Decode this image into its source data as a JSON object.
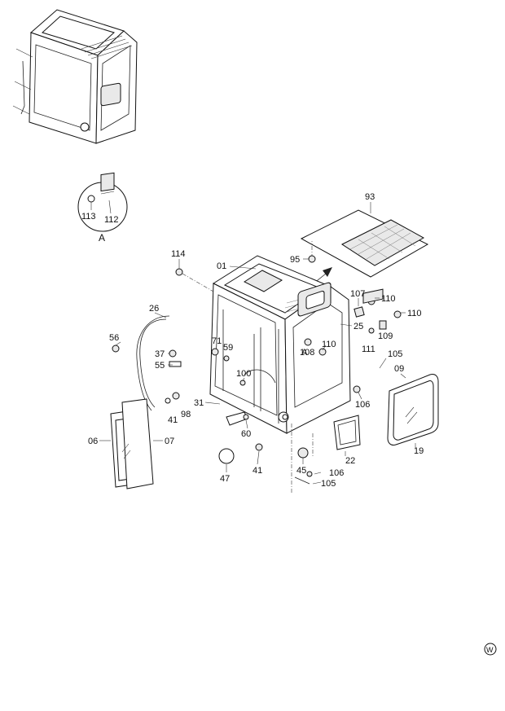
{
  "diagram": {
    "detail_label": "A",
    "watermark_symbol": "W",
    "callouts": [
      {
        "id": "c93",
        "text": "93"
      },
      {
        "id": "c95",
        "text": "95"
      },
      {
        "id": "c114",
        "text": "114"
      },
      {
        "id": "c01",
        "text": "01"
      },
      {
        "id": "c107",
        "text": "107"
      },
      {
        "id": "c110a",
        "text": "110"
      },
      {
        "id": "c110b",
        "text": "110"
      },
      {
        "id": "c110c",
        "text": "110"
      },
      {
        "id": "c26",
        "text": "26"
      },
      {
        "id": "c25",
        "text": "25"
      },
      {
        "id": "c109",
        "text": "109"
      },
      {
        "id": "c56",
        "text": "56"
      },
      {
        "id": "c71",
        "text": "71"
      },
      {
        "id": "c59",
        "text": "59"
      },
      {
        "id": "c37",
        "text": "37"
      },
      {
        "id": "c55",
        "text": "55"
      },
      {
        "id": "c108",
        "text": "108"
      },
      {
        "id": "c111",
        "text": "111"
      },
      {
        "id": "c105a",
        "text": "105"
      },
      {
        "id": "c09",
        "text": "09"
      },
      {
        "id": "c100",
        "text": "100"
      },
      {
        "id": "c31",
        "text": "31"
      },
      {
        "id": "c98",
        "text": "98"
      },
      {
        "id": "c41a",
        "text": "41"
      },
      {
        "id": "c106a",
        "text": "106"
      },
      {
        "id": "c06",
        "text": "06"
      },
      {
        "id": "c07",
        "text": "07"
      },
      {
        "id": "c60",
        "text": "60"
      },
      {
        "id": "c22",
        "text": "22"
      },
      {
        "id": "c19",
        "text": "19"
      },
      {
        "id": "c41b",
        "text": "41"
      },
      {
        "id": "c45",
        "text": "45"
      },
      {
        "id": "c47",
        "text": "47"
      },
      {
        "id": "c106b",
        "text": "106"
      },
      {
        "id": "c105b",
        "text": "105"
      },
      {
        "id": "c113",
        "text": "113"
      },
      {
        "id": "c112",
        "text": "112"
      },
      {
        "id": "cA2",
        "text": "A"
      }
    ]
  }
}
